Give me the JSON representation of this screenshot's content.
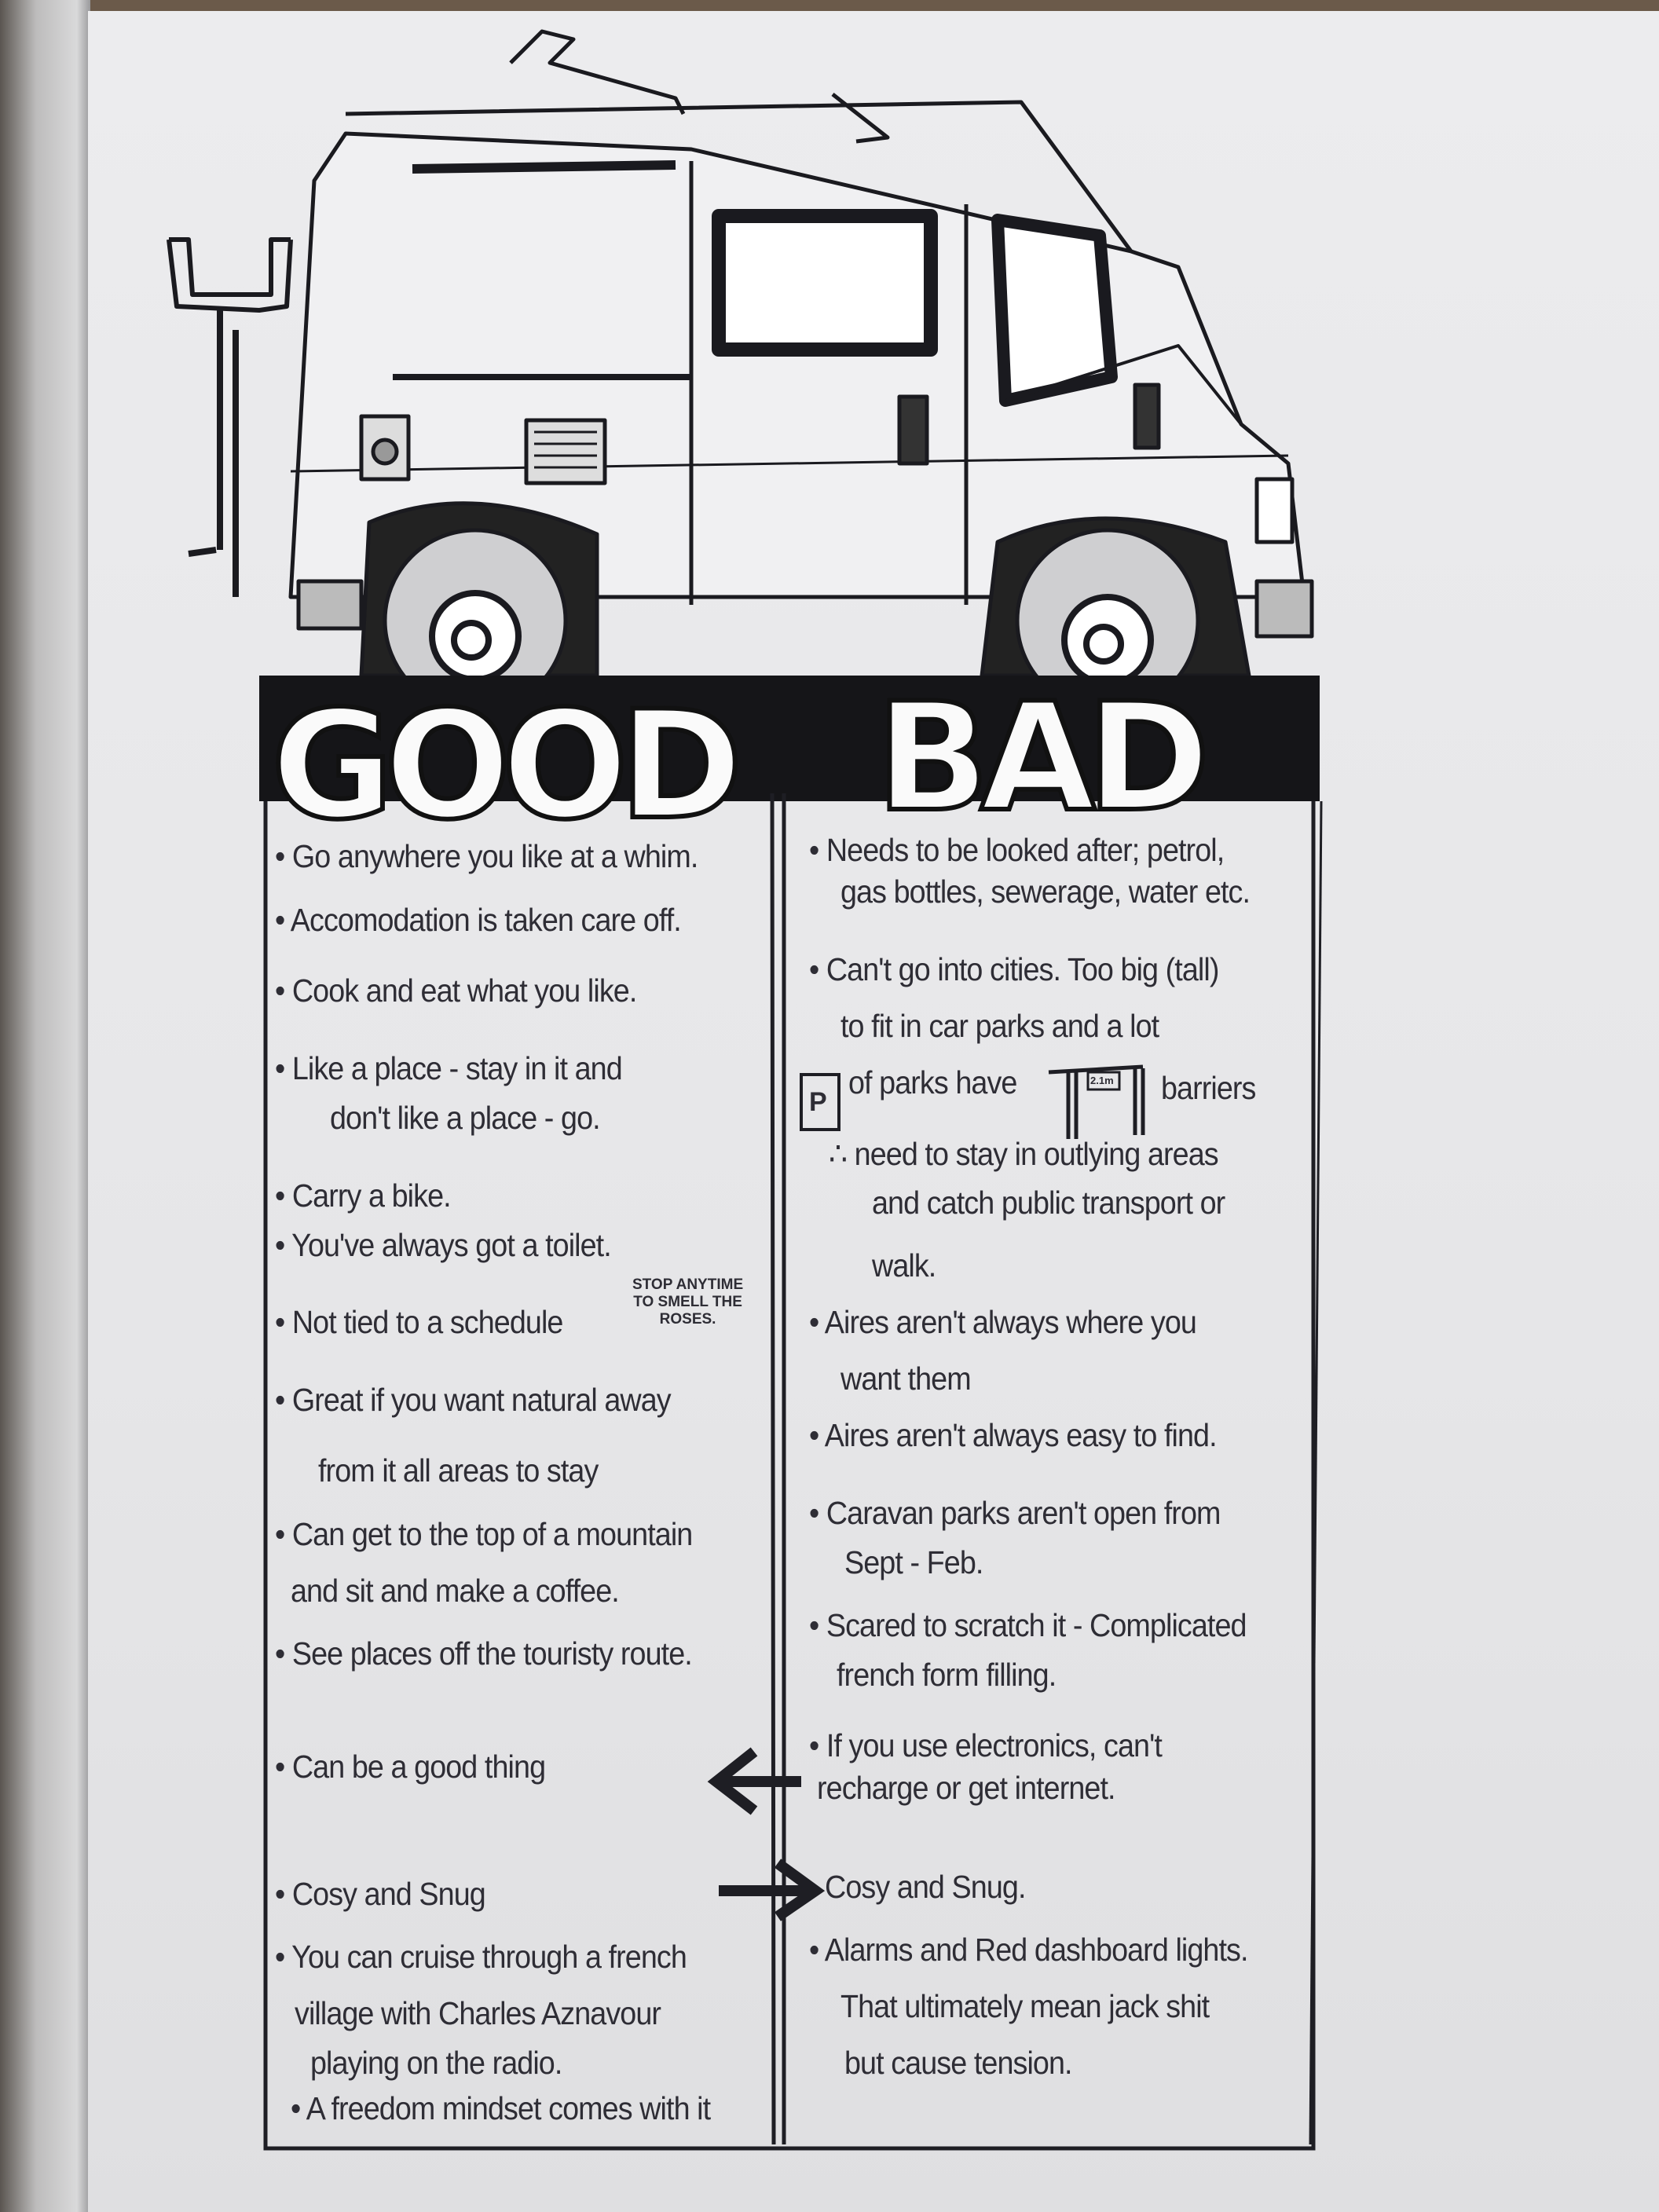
{
  "headings": {
    "good": "GOOD",
    "bad": "BAD"
  },
  "barrier_sign": "2.1m",
  "parking_sign": "P",
  "good_side_note": [
    "STOP ANYTIME",
    "TO SMELL THE",
    "ROSES."
  ],
  "good": [
    [
      "• Go anywhere you like at a whim."
    ],
    [
      "• Accomodation is taken care off."
    ],
    [
      "• Cook and eat what you like."
    ],
    [
      "• Like a place - stay in it and",
      "don't like a place - go."
    ],
    [
      "• Carry a bike."
    ],
    [
      "• You've always got a toilet."
    ],
    [
      "• Not tied to a schedule"
    ],
    [
      "• Great if you want natural away",
      "from it all areas to stay"
    ],
    [
      "• Can get to the top of a mountain",
      "and sit and make a coffee."
    ],
    [
      "• See places off the touristy route."
    ],
    [
      "• Can be a good thing"
    ],
    [
      "• Cosy and Snug"
    ],
    [
      "• You can cruise through a french",
      "village with Charles Aznavour",
      "playing on the radio."
    ],
    [
      "• A freedom mindset comes with it"
    ]
  ],
  "bad": [
    [
      "• Needs to be looked after; petrol,",
      "gas bottles, sewerage, water etc."
    ],
    [
      "• Can't go into cities. Too big (tall)",
      "to fit in car parks and a lot",
      "of parks have",
      "∴ need to stay in outlying areas",
      "and catch public transport or",
      "walk."
    ],
    [
      "• Aires aren't always where you",
      "want them"
    ],
    [
      "• Aires aren't always easy to find."
    ],
    [
      "• Caravan parks aren't open from",
      "Sept - Feb."
    ],
    [
      "• Scared to scratch it - Complicated",
      "french form filling."
    ],
    [
      "• If you use electronics, can't",
      "recharge or get internet."
    ],
    [
      "Cosy and Snug."
    ],
    [
      "• Alarms and Red dashboard lights.",
      "That ultimately mean jack shit",
      "but cause tension."
    ]
  ],
  "bad_barriers_label": "barriers"
}
